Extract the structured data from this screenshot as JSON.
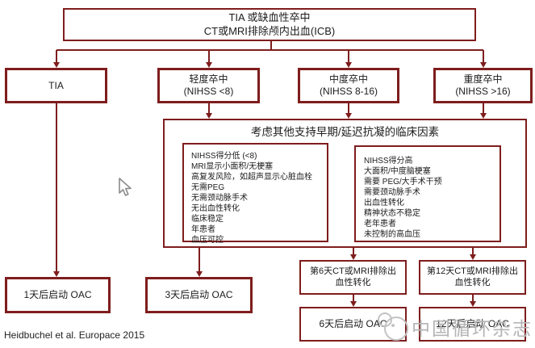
{
  "colors": {
    "accent": "#7f1d1d",
    "text": "#1c1c1c",
    "watermark": "#b5b5b5"
  },
  "flowchart": {
    "top_box": {
      "line1": "TIA 或缺血性卒中",
      "line2": "CT或MRI排除颅内出血(ICB)"
    },
    "tia_box": {
      "label": "TIA"
    },
    "mild_box": {
      "line1": "轻度卒中",
      "line2": "(NIHSS <8)"
    },
    "moderate_box": {
      "line1": "中度卒中",
      "line2": "(NIHSS 8-16)"
    },
    "severe_box": {
      "line1": "重度卒中",
      "line2": "(NIHSS >16)"
    },
    "factors_box": {
      "title": "考虑其他支持早期/延迟抗凝的临床因素",
      "early": [
        "NIHSS得分低 (<8)",
        "MRI显示小面积/无梗塞",
        "高复发风险，如超声显示心脏血栓",
        "无需PEG",
        "无需颈动脉手术",
        "无出血性转化",
        "临床稳定",
        "年患者",
        "血压可控"
      ],
      "late": [
        "NIHSS得分高",
        "大面积/中度脑梗塞",
        "需要 PEG/大手术干预",
        "需要颈动脉手术",
        "出血性转化",
        "精神状态不稳定",
        "老年患者",
        "未控制的高血压"
      ]
    },
    "oac1_box": {
      "label": "1天后启动 OAC"
    },
    "oac3_box": {
      "label": "3天后启动 OAC"
    },
    "day6_box": {
      "label": "第6天CT或MRI排除出血性转化"
    },
    "day12_box": {
      "label": "第12天CT或MRI排除出血性转化"
    },
    "oac6_box": {
      "label": "6天后启动 OAC"
    },
    "oac12_box": {
      "label": "12天后启动 OAC"
    }
  },
  "footer": {
    "citation": "Heidbuchel et al. Europace 2015"
  },
  "watermark": {
    "text": "中国循环杂志"
  }
}
